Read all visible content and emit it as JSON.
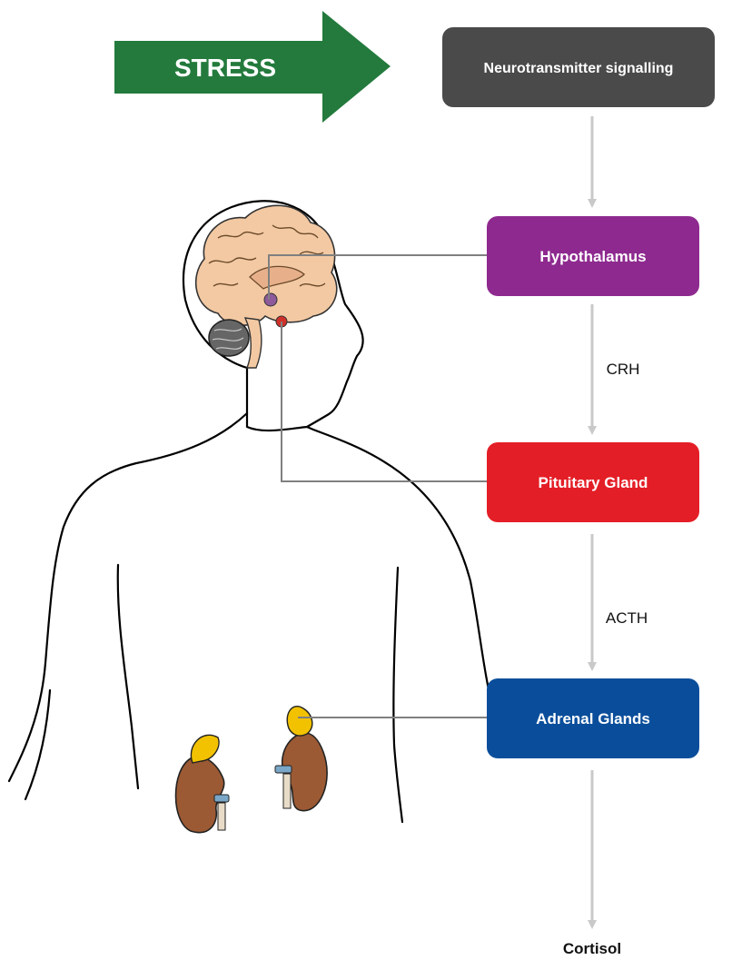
{
  "stress_arrow": {
    "label": "STRESS",
    "color": "#237a3c"
  },
  "boxes": [
    {
      "id": "neurotransmitter",
      "label": "Neurotransmitter signalling",
      "color": "#4a4a4a"
    },
    {
      "id": "hypothalamus",
      "label": "Hypothalamus",
      "color": "#8e2a8f"
    },
    {
      "id": "pituitary",
      "label": "Pituitary Gland",
      "color": "#e41e26"
    },
    {
      "id": "adrenal",
      "label": "Adrenal Glands",
      "color": "#0a4e9b"
    }
  ],
  "hormones": [
    {
      "label": "CRH"
    },
    {
      "label": "ACTH"
    }
  ],
  "output": {
    "label": "Cortisol"
  },
  "colors": {
    "flow_arrow": "#c9c9c9",
    "connector_line": "#808080",
    "body_outline": "#000000",
    "brain": "#f3c9a3",
    "kidney": "#9b5a34",
    "adrenal_gland": "#f2c200",
    "vessel": "#7aa7c7"
  }
}
